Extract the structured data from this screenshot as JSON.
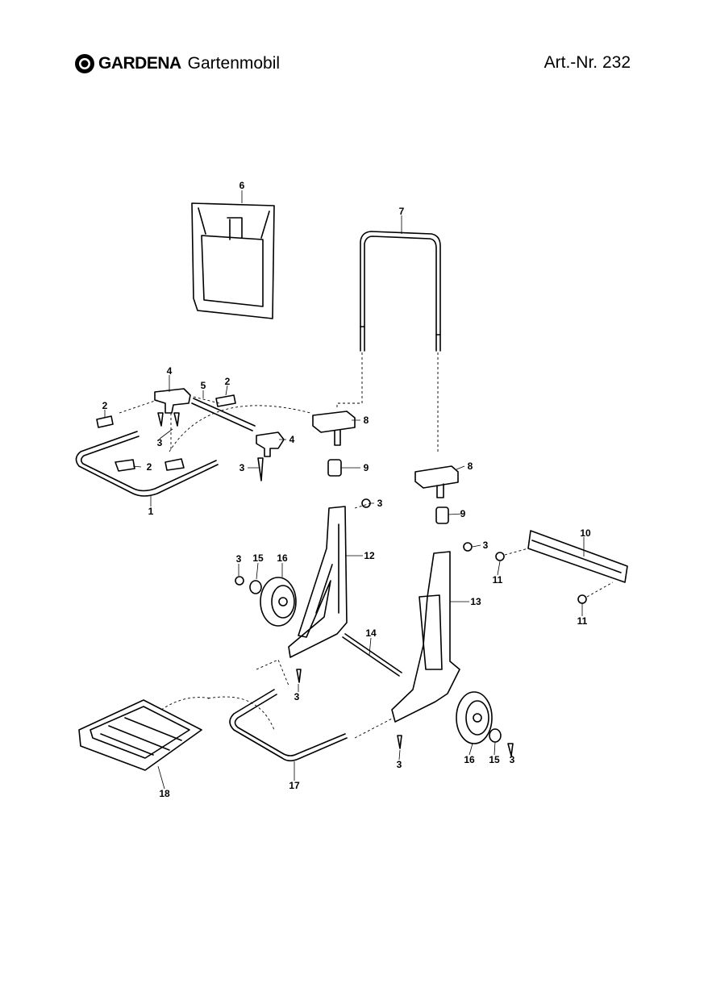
{
  "header": {
    "brand": "GARDENA",
    "product": "Gartenmobil",
    "article": "Art.-Nr. 232"
  },
  "part_labels": [
    "6",
    "7",
    "4",
    "2",
    "5",
    "2",
    "8",
    "3",
    "4",
    "2",
    "3",
    "9",
    "8",
    "1",
    "3",
    "9",
    "3",
    "10",
    "3",
    "15",
    "16",
    "12",
    "11",
    "13",
    "11",
    "14",
    "3",
    "3",
    "16",
    "15",
    "3",
    "17",
    "18"
  ]
}
